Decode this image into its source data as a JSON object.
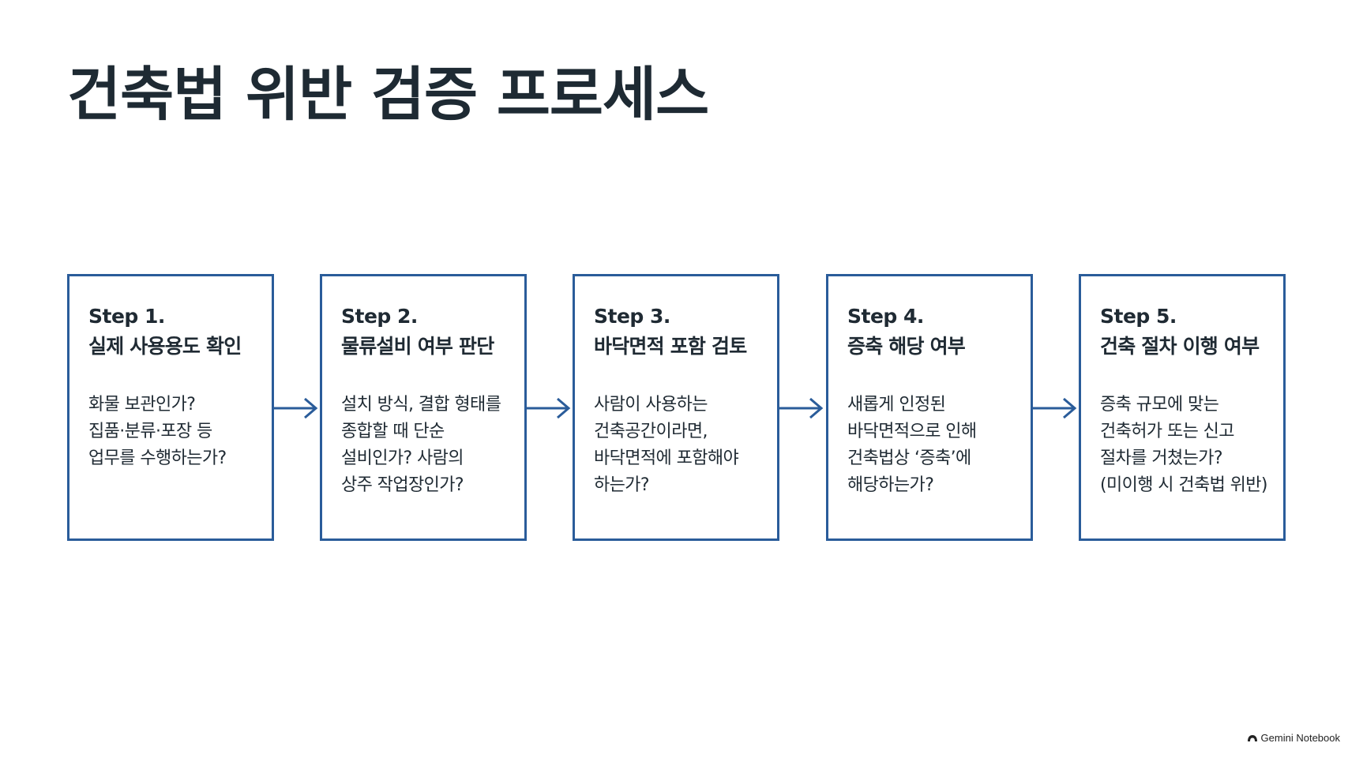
{
  "title": "건축법 위반 검증 프로세스",
  "steps": [
    {
      "number": "Step 1.",
      "title": "실제 사용용도 확인",
      "lines": [
        "화물 보관인가?",
        "집품·분류·포장 등",
        "업무를 수행하는가?"
      ]
    },
    {
      "number": "Step 2.",
      "title": "물류설비 여부 판단",
      "lines": [
        "설치 방식, 결합 형태를",
        "종합할 때 단순",
        "설비인가? 사람의",
        "상주 작업장인가?"
      ]
    },
    {
      "number": "Step 3.",
      "title": "바닥면적 포함 검토",
      "lines": [
        "사람이 사용하는",
        "건축공간이라면,",
        "바닥면적에 포함해야",
        "하는가?"
      ]
    },
    {
      "number": "Step 4.",
      "title": "증축 해당 여부",
      "lines": [
        "새롭게 인정된",
        "바닥면적으로 인해",
        "건축법상 ‘증축’에",
        "해당하는가?"
      ]
    },
    {
      "number": "Step 5.",
      "title": "건축 절차 이행 여부",
      "lines": [
        "증축 규모에 맞는",
        "건축허가 또는 신고",
        "절차를 거쳤는가?",
        "(미이행 시 건축법 위반)"
      ]
    }
  ],
  "colors": {
    "accent": "#2a5c9a",
    "text": "#1f2a33"
  },
  "watermark": {
    "icon": "notebook-logo-icon",
    "text": "Gemini Notebook"
  }
}
